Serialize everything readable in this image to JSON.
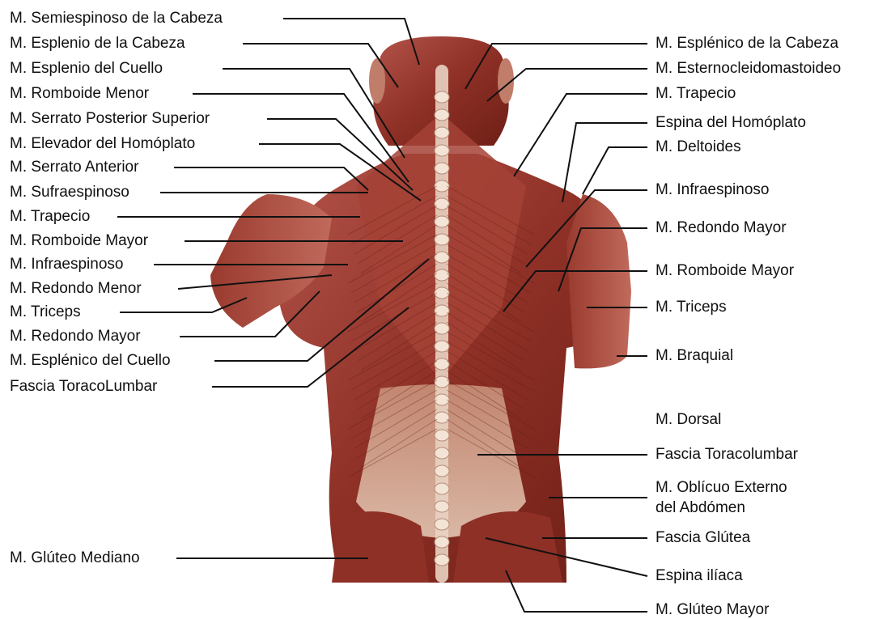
{
  "left_labels": [
    "M. Semiespinoso de la Cabeza",
    "M. Esplenio de la Cabeza",
    "M. Esplenio del Cuello",
    "M. Romboide Menor",
    "M. Serrato Posterior Superior",
    "M. Elevador del Homóplato",
    "M. Serrato Anterior",
    "M. Sufraespinoso",
    "M. Trapecio",
    "M. Romboide Mayor",
    "M. Infraespinoso",
    "M. Redondo Menor",
    "M. Triceps",
    "M. Redondo Mayor",
    "M. Esplénico del Cuello",
    "Fascia ToracoLumbar",
    "M. Glúteo Mediano"
  ],
  "right_labels": [
    "M. Esplénico de la Cabeza",
    "M. Esternocleidomastoideo",
    "M. Trapecio",
    "Espina del Homóplato",
    "M. Deltoides",
    "M. Infraespinoso",
    "M. Redondo Mayor",
    "M. Romboide Mayor",
    "M. Triceps",
    "M. Braquial",
    "M. Dorsal",
    "Fascia Toracolumbar",
    "M. Oblícuo Externo",
    "del Abdómen",
    "Fascia Glútea",
    "Espina ilíaca",
    "M. Glúteo Mayor"
  ],
  "colors": {
    "muscle_dark": "#7a2418",
    "muscle_mid": "#a8483a",
    "muscle_light": "#c97a6a",
    "fascia": "#d9b7a0",
    "spine": "#e6cdbb",
    "leader_line": "#111111"
  }
}
